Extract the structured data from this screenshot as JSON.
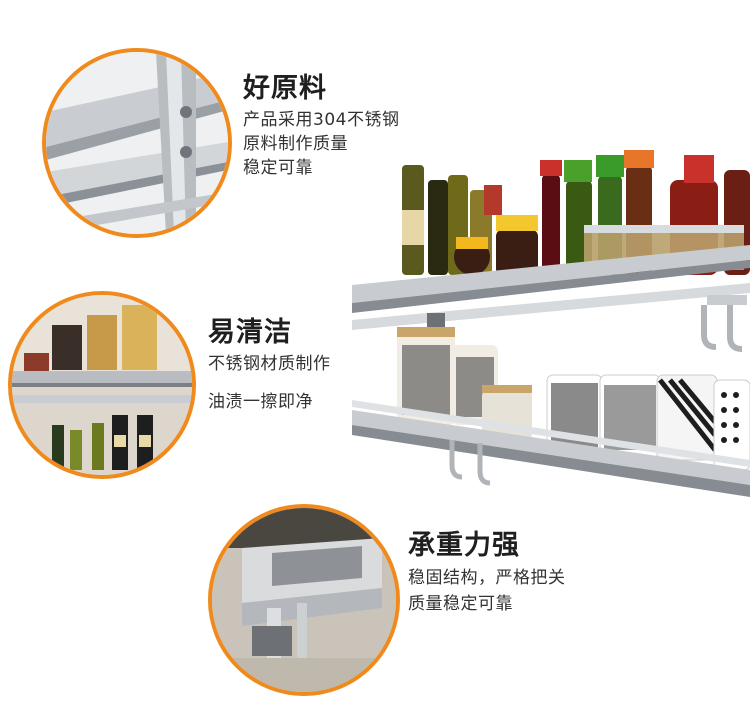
{
  "features": [
    {
      "title": "好原料",
      "lines": [
        "产品采用304不锈钢",
        "原料制作质量",
        "稳定可靠"
      ]
    },
    {
      "title": "易清洁",
      "lines": [
        "不锈钢材质制作",
        "油渍一擦即净"
      ]
    },
    {
      "title": "承重力强",
      "lines": [
        "稳固结构，严格把关",
        "质量稳定可靠"
      ]
    }
  ],
  "colors": {
    "accent": "#f08a1c"
  }
}
